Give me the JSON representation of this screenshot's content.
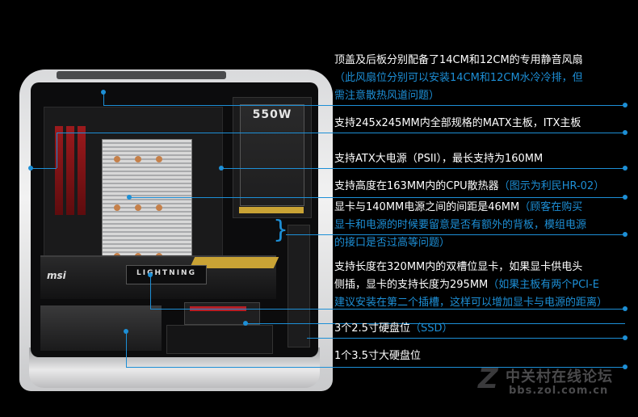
{
  "psu": {
    "wattage": "550W"
  },
  "gpu": {
    "model_text": "LIGHTNING",
    "brand_text": "msi"
  },
  "notes": {
    "fans": {
      "line1": "顶盖及后板分别配备了14CM和12CM的专用静音风扇",
      "line2": "（此风扇位分别可以安装14CM和12CM水冷冷排，但",
      "line3": "需注意散热风道问题）"
    },
    "motherboard": {
      "text": "支持245x245MM内全部规格的MATX主板，ITX主板"
    },
    "power_supply": {
      "text": "支持ATX大电源（PSII），最长支持为160MM"
    },
    "cpu_cooler": {
      "text": "支持高度在163MM内的CPU散热器",
      "highlight": "（图示为利民HR-02）"
    },
    "gpu_psu_gap": {
      "line1_white": "显卡与140MM电源之间的间距是46MM",
      "line1_blue": "（顾客在购买",
      "line2": "显卡和电源的时候要留意是否有额外的背板，模组电源",
      "line3": "的接口是否过高等问题）"
    },
    "graphics_card": {
      "line1": "支持长度在320MM内的双槽位显卡，如果显卡供电头",
      "line2_white": "侧插，显卡的支持长度为295MM",
      "line2_blue": "（如果主板有两个PCI-E",
      "line3": "建议安装在第二个插槽，这样可以增加显卡与电源的距离）"
    },
    "ssd_bays": {
      "text": "3个2.5寸硬盘位",
      "highlight": "（SSD）"
    },
    "hdd_bays": {
      "text": "1个3.5寸大硬盘位"
    }
  },
  "watermark": {
    "title": "中关村在线论坛",
    "url": "bbs.zol.com.cn"
  },
  "colors": {
    "accent": "#1d8fd6",
    "background": "#000000",
    "text": "#ffffff"
  }
}
